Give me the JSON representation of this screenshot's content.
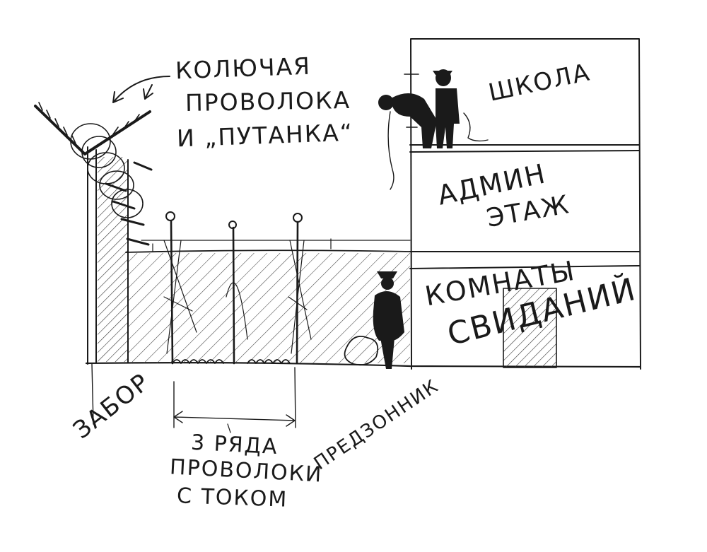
{
  "labels": {
    "barbed_wire_l1": "КОЛЮЧАЯ",
    "barbed_wire_l2": "ПРОВОЛОКА",
    "barbed_wire_l3": "И „ПУТАНКА“",
    "school": "ШКОЛА",
    "admin_l1": "АДМИН",
    "admin_l2": "ЭТАЖ",
    "visits_l1": "КОМНАТЫ",
    "visits_l2": "СВИДАНИЙ",
    "fence": "ЗАБОР",
    "wires_l1": "3 РЯДА",
    "wires_l2": "ПРОВОЛОКИ",
    "wires_l3": "С ТОКОМ",
    "prezone": "ПРЕДЗОННИК"
  },
  "colors": {
    "ink": "#1a1a1a",
    "paper": "#ffffff"
  }
}
